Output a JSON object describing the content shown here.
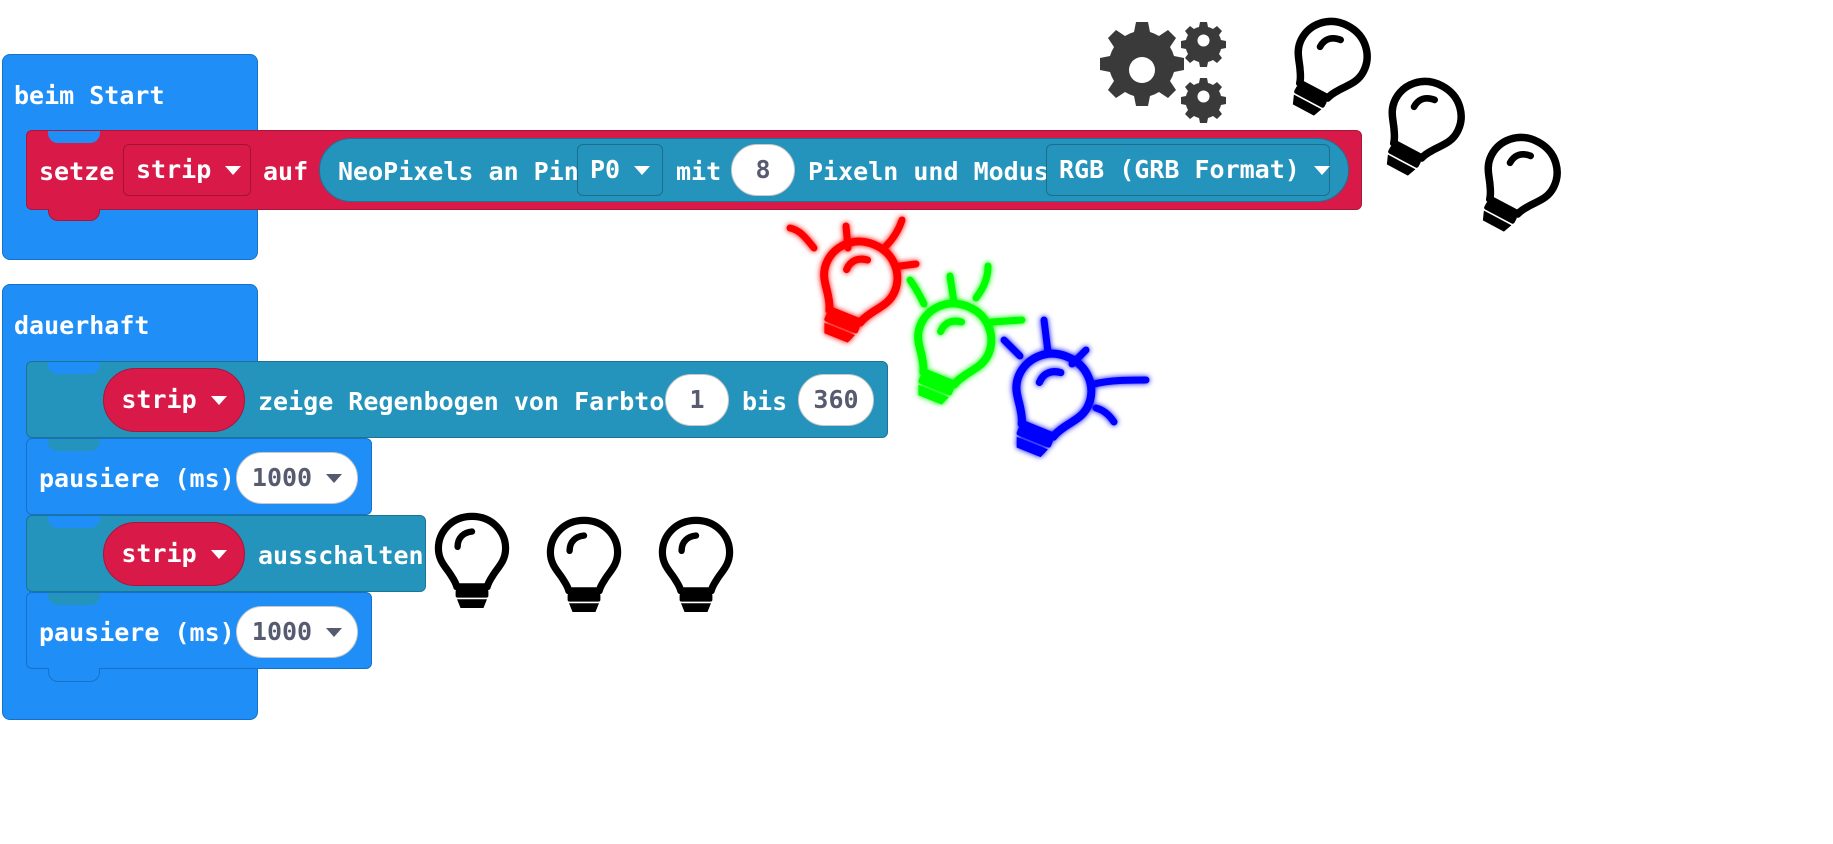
{
  "on_start": {
    "hat_label": "beim Start",
    "set_block": {
      "label_set": "setze",
      "variable": "strip",
      "label_to": "auf",
      "neopixel": {
        "label_pin": "NeoPixels an Pin",
        "pin": "P0",
        "label_with": "mit",
        "count": "8",
        "label_mode": "Pixeln und Modus",
        "mode": "RGB (GRB Format)"
      }
    }
  },
  "forever": {
    "hat_label": "dauerhaft",
    "rainbow_block": {
      "variable": "strip",
      "label_show": "zeige Regenbogen von Farbton",
      "hue_start": "1",
      "label_to": "bis",
      "hue_end": "360"
    },
    "pause1": {
      "label": "pausiere (ms)",
      "value": "1000"
    },
    "clear_block": {
      "variable": "strip",
      "label": "ausschalten"
    },
    "pause2": {
      "label": "pausiere (ms)",
      "value": "1000"
    }
  },
  "icons": [
    "gears-icon",
    "lightbulb-icon",
    "lightbulb-red-icon",
    "lightbulb-green-icon",
    "lightbulb-blue-icon"
  ],
  "colors": {
    "basic_blue": "#1f8ef6",
    "variables_red": "#d91a48",
    "neopixel_teal": "#2494bd",
    "bulb_red": "#ff0000",
    "bulb_green": "#00ff00",
    "bulb_blue": "#0000ff",
    "gear_gray": "#3a3a3a"
  }
}
